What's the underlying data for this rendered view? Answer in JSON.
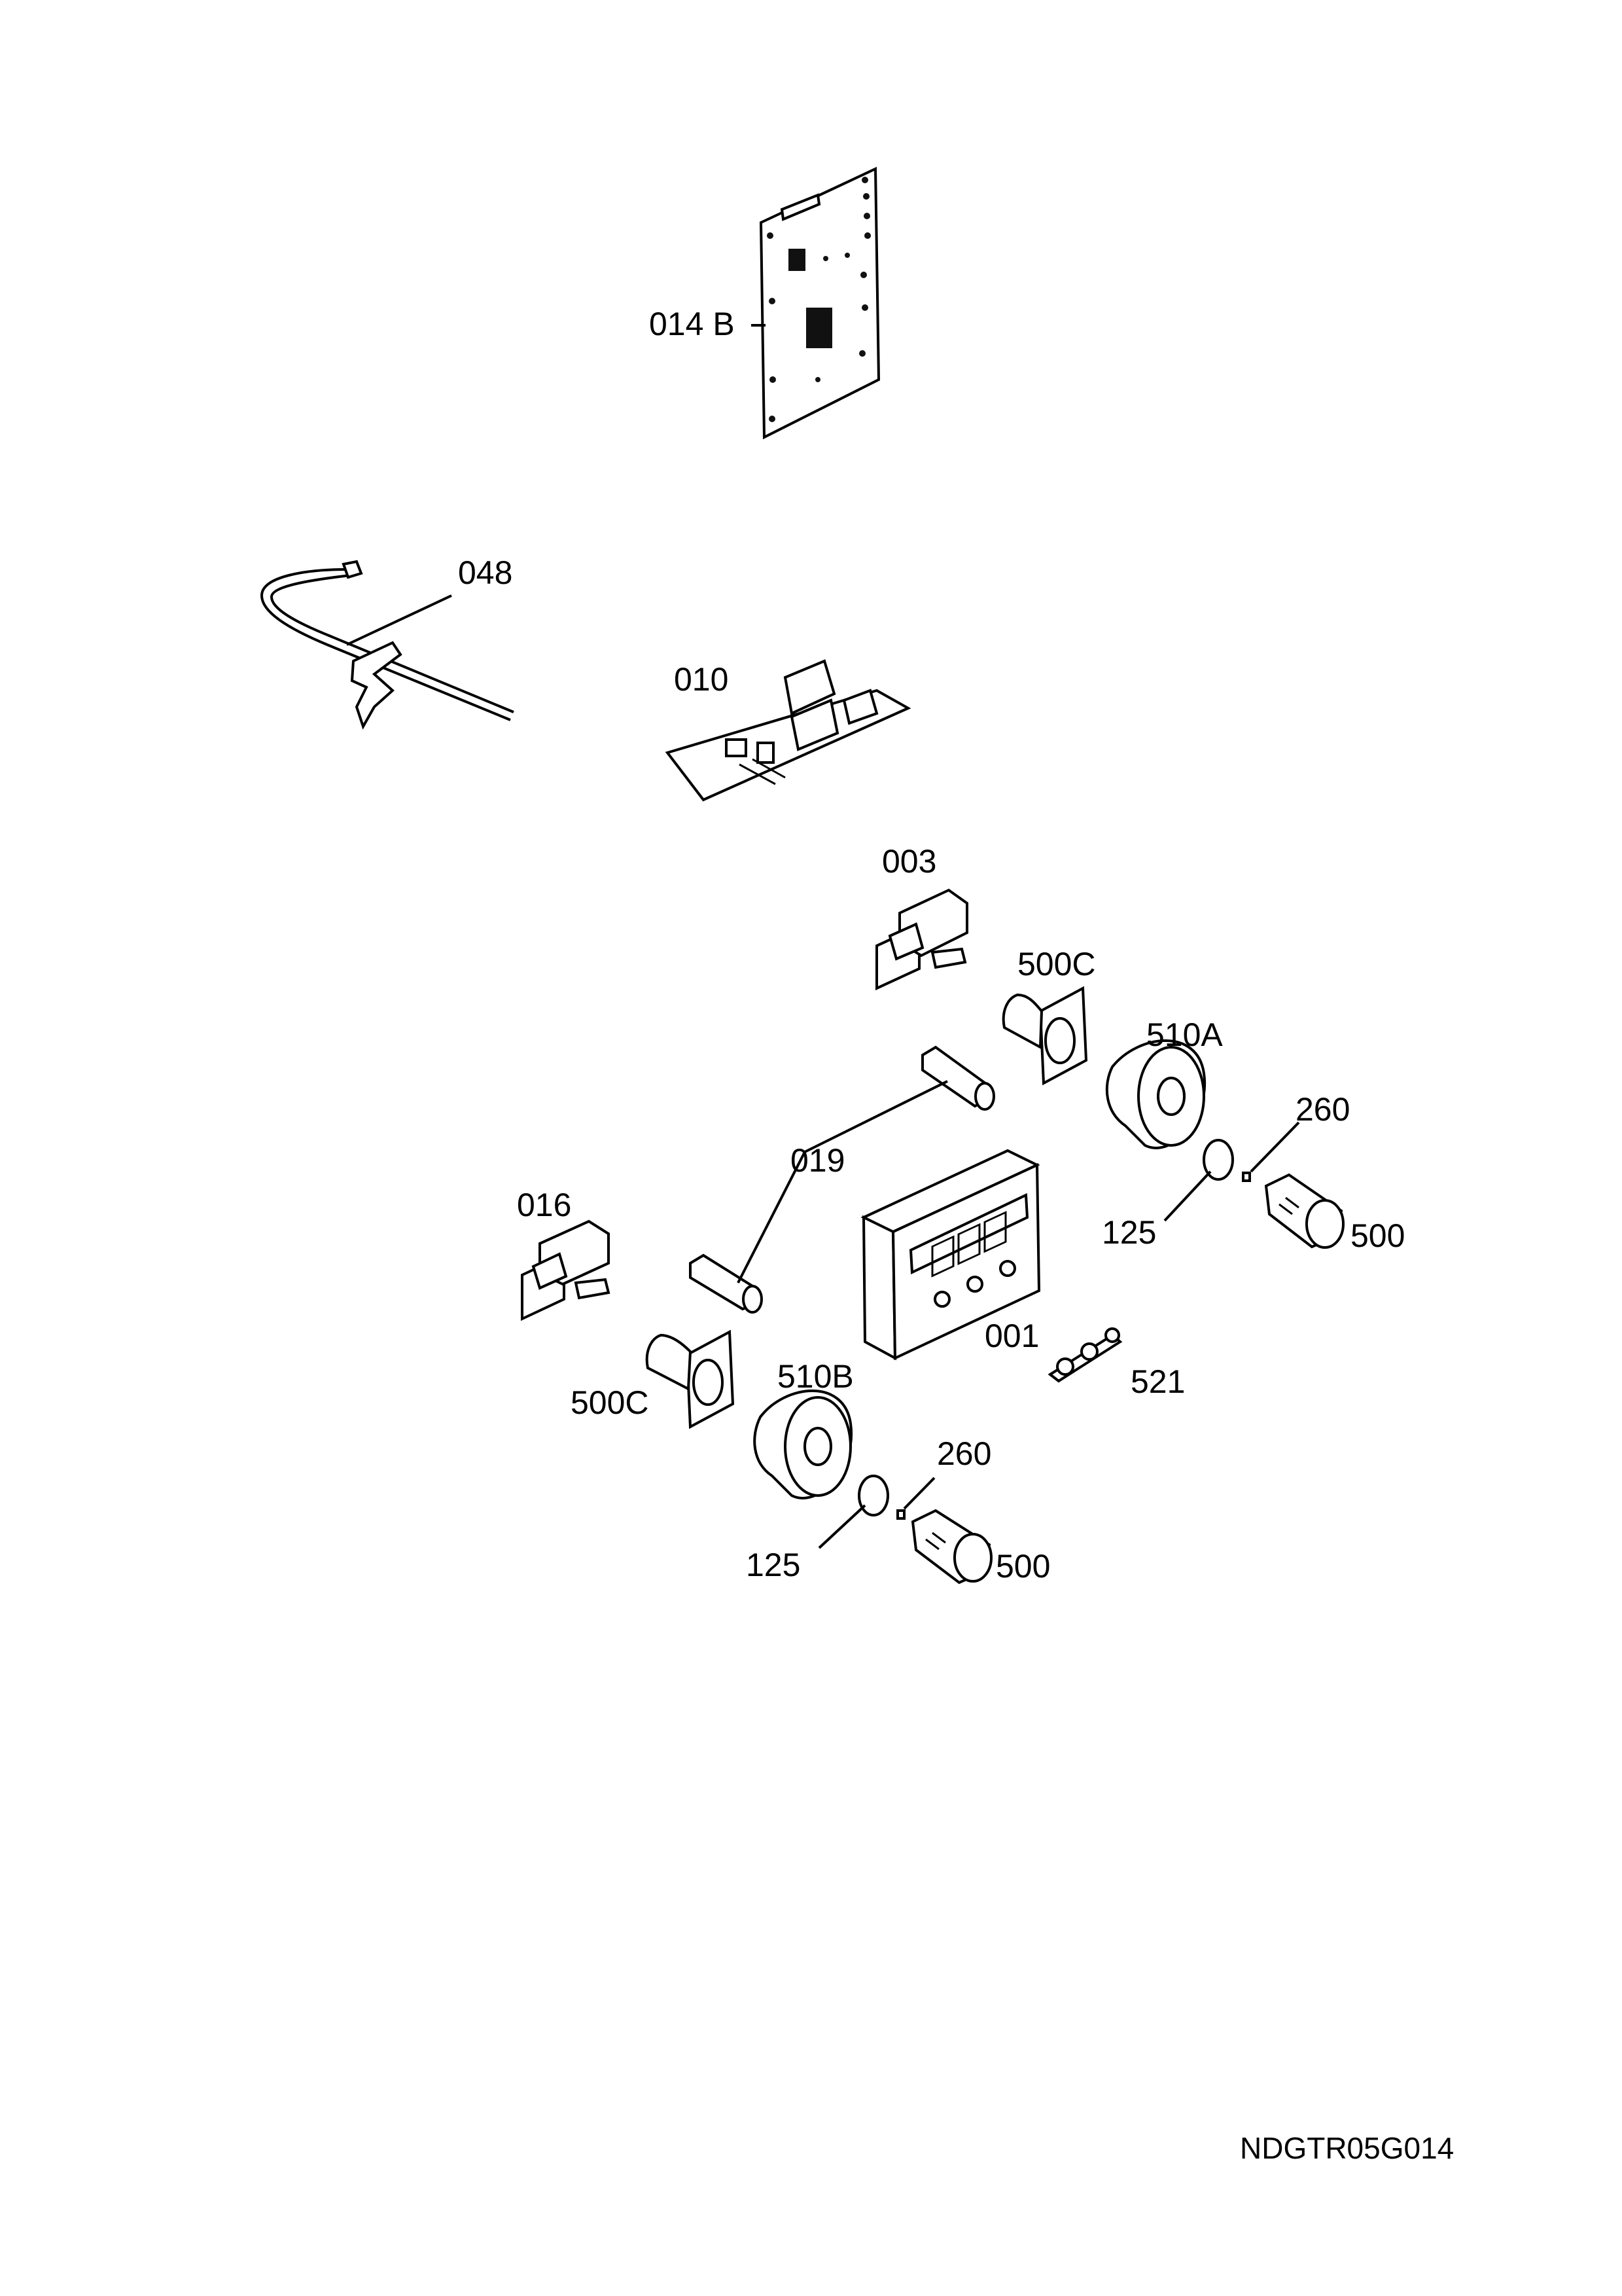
{
  "labels": {
    "l014b": "014 B",
    "l048": "048",
    "l010": "010",
    "l003": "003",
    "l500c_top": "500C",
    "l510a": "510A",
    "l260_top": "260",
    "l019": "019",
    "l016": "016",
    "l125_top": "125",
    "l500_top": "500",
    "l001": "001",
    "l521": "521",
    "l500c_bottom": "500C",
    "l510b": "510B",
    "l260_bottom": "260",
    "l125_bottom": "125",
    "l500_bottom": "500"
  },
  "drawing_code": "NDGTR05G014"
}
